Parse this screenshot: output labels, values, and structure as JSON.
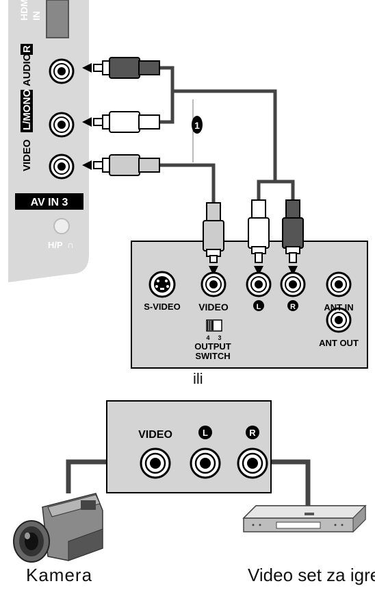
{
  "tv_panel": {
    "hdmi_label": "HDMI",
    "hdmi_in_label": "IN",
    "side_label_video": "VIDEO",
    "side_label_lmono": "L/MONO",
    "side_label_audio": "AUDIO",
    "side_label_r": "R",
    "av_in_label": "AV IN 3",
    "headphone_label": "H/P"
  },
  "callout_number": "1",
  "device_panel_1": {
    "s_video": "S-VIDEO",
    "video": "VIDEO",
    "l": "L",
    "r": "R",
    "ant_in": "ANT IN",
    "ant_out": "ANT OUT",
    "switch_4": "4",
    "switch_3": "3",
    "output": "OUTPUT",
    "switch": "SWITCH"
  },
  "or_label": "ili",
  "device_panel_2": {
    "video": "VIDEO",
    "l": "L",
    "r": "R"
  },
  "camera_caption": "Kamera",
  "console_caption": "Video set za igre",
  "colors": {
    "panel_fill": "#d4d4d4",
    "tv_fill": "#d9d9d9",
    "cable_dark": "#444444",
    "plug_red": "#3a3a3a",
    "plug_white": "#ffffff"
  }
}
